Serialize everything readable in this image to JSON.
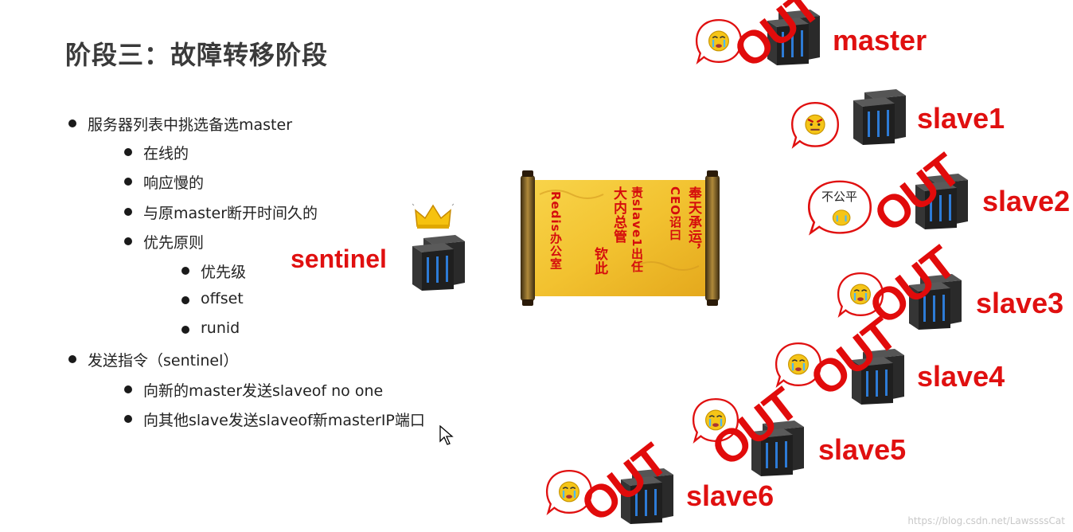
{
  "slide": {
    "title": "阶段三：故障转移阶段",
    "bullets": {
      "b1": "服务器列表中挑选备选master",
      "b1_1": "在线的",
      "b1_2": "响应慢的",
      "b1_3": "与原master断开时间久的",
      "b1_4": "优先原则",
      "b1_4_1": "优先级",
      "b1_4_2": "offset",
      "b1_4_3": "runid",
      "b2": "发送指令（sentinel）",
      "b2_1": "向新的master发送slaveof no one",
      "b2_2": "向其他slave发送slaveof新masterIP端口"
    }
  },
  "sentinel": {
    "label": "sentinel"
  },
  "edict": {
    "line1": "奉天承运，",
    "line2": "CEO诏曰",
    "line3": "责slave1出任",
    "line4": "大内总管",
    "line5": "钦此",
    "line6": "Redis办公室"
  },
  "nodes": {
    "master": {
      "label": "master",
      "stamp": "OUT"
    },
    "slave1": {
      "label": "slave1"
    },
    "slave2": {
      "label": "slave2",
      "stamp": "OUT",
      "speech": "不公平"
    },
    "slave3": {
      "label": "slave3",
      "stamp": "OUT"
    },
    "slave4": {
      "label": "slave4",
      "stamp": "OUT"
    },
    "slave5": {
      "label": "slave5",
      "stamp": "OUT"
    },
    "slave6": {
      "label": "slave6",
      "stamp": "OUT"
    }
  },
  "watermark": "https://blog.csdn.net/LawssssCat",
  "colors": {
    "accent_red": "#e01010",
    "title_gray": "#3a3a3a",
    "scroll_gold": "#f2c230"
  }
}
